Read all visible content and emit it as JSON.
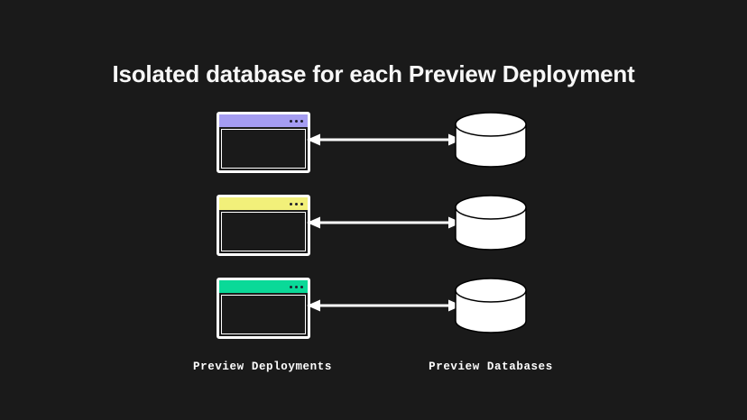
{
  "background_color": "#1a1a1a",
  "title": "Isolated database for each Preview Deployment",
  "diagram": {
    "rows": [
      {
        "window": {
          "titlebar_color": "#a59df2",
          "dot_color": "#1f1f2e",
          "dots": 3,
          "border_color": "#ffffff",
          "body_color": "#1a1a1a"
        },
        "connector": {
          "type": "double-headed-arrow",
          "color": "#ffffff"
        },
        "database": {
          "color": "#ffffff",
          "outline_color": "#000000"
        }
      },
      {
        "window": {
          "titlebar_color": "#f2f07a",
          "dot_color": "#1f1f2e",
          "dots": 3,
          "border_color": "#ffffff",
          "body_color": "#1a1a1a"
        },
        "connector": {
          "type": "double-headed-arrow",
          "color": "#ffffff"
        },
        "database": {
          "color": "#ffffff",
          "outline_color": "#000000"
        }
      },
      {
        "window": {
          "titlebar_color": "#0ad998",
          "dot_color": "#1f1f2e",
          "dots": 3,
          "border_color": "#ffffff",
          "body_color": "#1a1a1a"
        },
        "connector": {
          "type": "double-headed-arrow",
          "color": "#ffffff"
        },
        "database": {
          "color": "#ffffff",
          "outline_color": "#000000"
        }
      }
    ]
  },
  "labels": {
    "left": "Preview Deployments",
    "right": "Preview Databases"
  }
}
